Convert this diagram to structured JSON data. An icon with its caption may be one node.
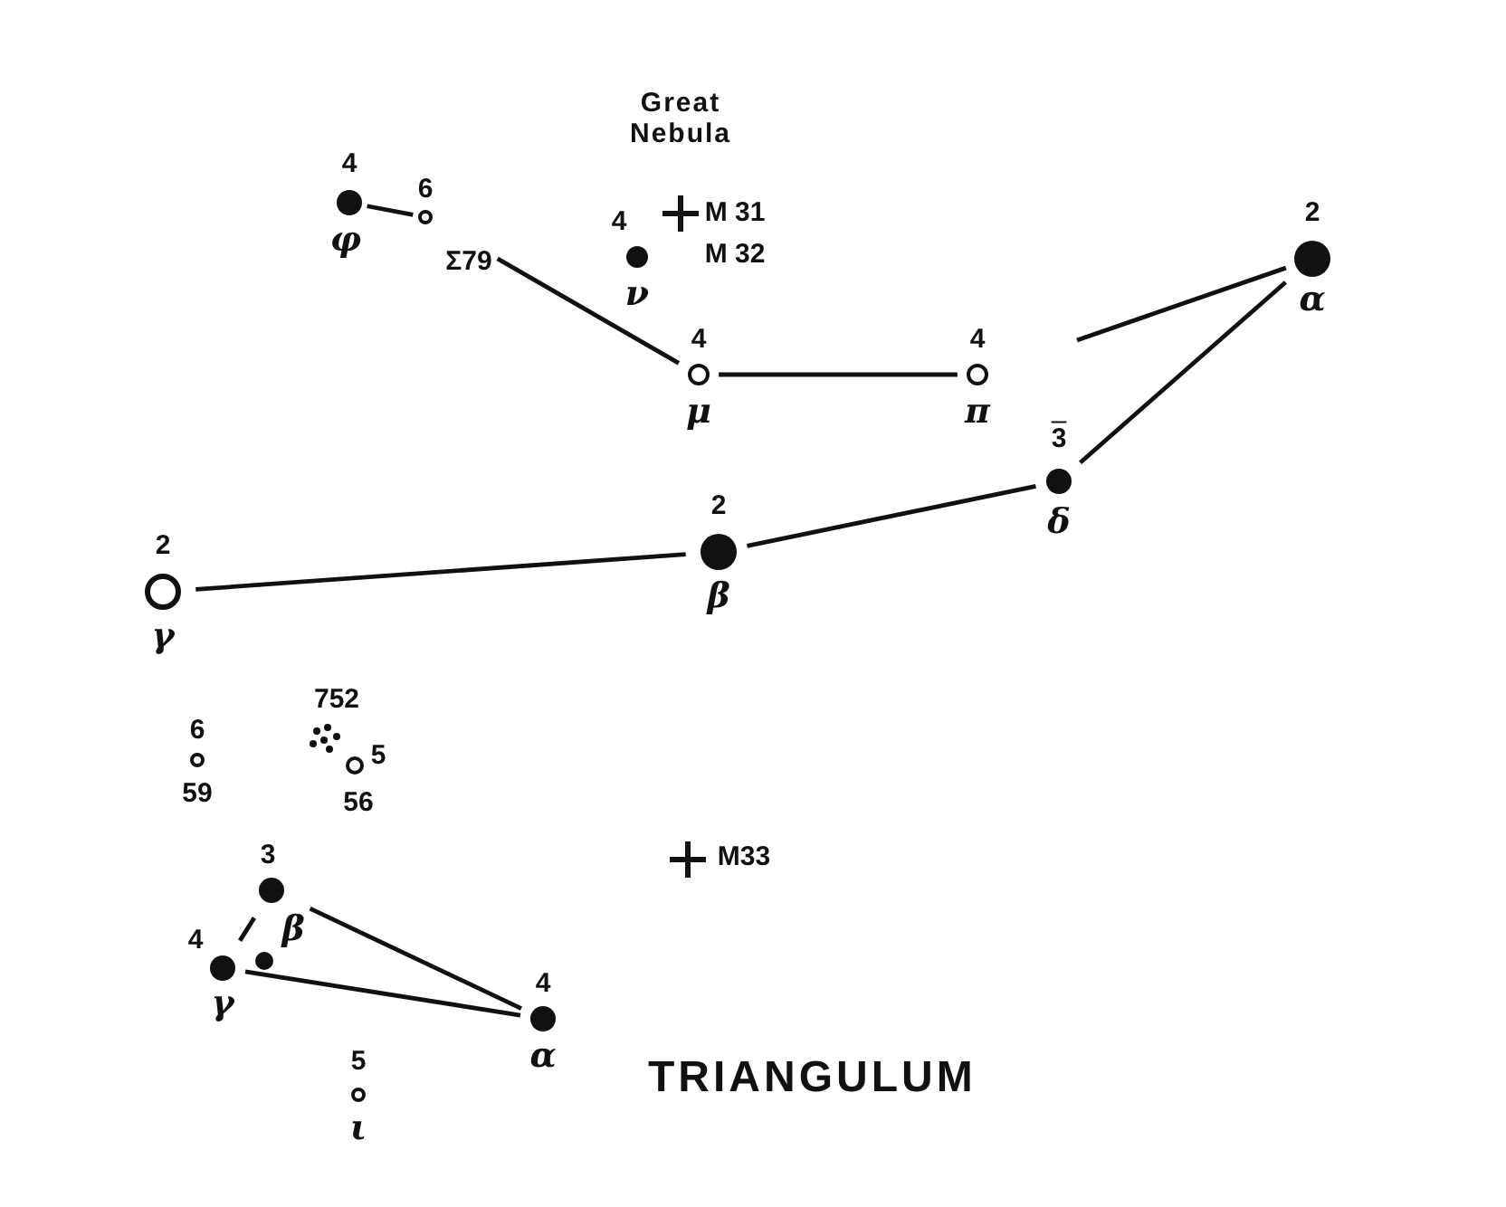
{
  "diagram": {
    "nodes": [
      {
        "text": [
          "4",
          "φ"
        ]
      },
      {
        "text": [
          "6",
          "Σ79"
        ]
      },
      {
        "text": [
          "Great Nebula",
          "M 31",
          "M 32"
        ]
      },
      {
        "text": [
          "4",
          "ν"
        ]
      },
      {
        "text": [
          "2",
          "α"
        ]
      },
      {
        "text": [
          "4",
          "μ"
        ]
      },
      {
        "text": [
          "4",
          "π"
        ]
      },
      {
        "text": [
          "3",
          "δ"
        ]
      },
      {
        "text": [
          "2",
          "β"
        ]
      },
      {
        "text": [
          "2",
          "γ"
        ]
      },
      {
        "text": [
          "6",
          "59"
        ]
      },
      {
        "text": [
          "752"
        ]
      },
      {
        "text": [
          "5",
          "56"
        ]
      },
      {
        "text": [
          "M33"
        ]
      },
      {
        "text": [
          "3",
          "β"
        ]
      },
      {
        "text": [
          "4",
          "γ"
        ]
      },
      {
        "text": [],
        "shape": "circle"
      },
      {
        "text": [
          "4",
          "α"
        ]
      },
      {
        "text": [
          "5",
          "ι"
        ]
      }
    ],
    "edges": [
      {
        "from": 0,
        "to": 1,
        "arrow": "none"
      },
      {
        "from": 1,
        "to": 5,
        "arrow": "none"
      },
      {
        "from": 5,
        "to": 6,
        "arrow": "none"
      },
      {
        "from": null,
        "to": 4,
        "arrow": "none"
      },
      {
        "from": 4,
        "to": 7,
        "arrow": "none"
      },
      {
        "from": 7,
        "to": 8,
        "arrow": "none"
      },
      {
        "from": 8,
        "to": 9,
        "arrow": "none"
      },
      {
        "from": 14,
        "to": 15,
        "arrow": "none"
      },
      {
        "from": 14,
        "to": 17,
        "arrow": "none"
      },
      {
        "from": 15,
        "to": 17,
        "arrow": "none"
      }
    ],
    "labels": [
      "TRIANGULUM"
    ]
  }
}
